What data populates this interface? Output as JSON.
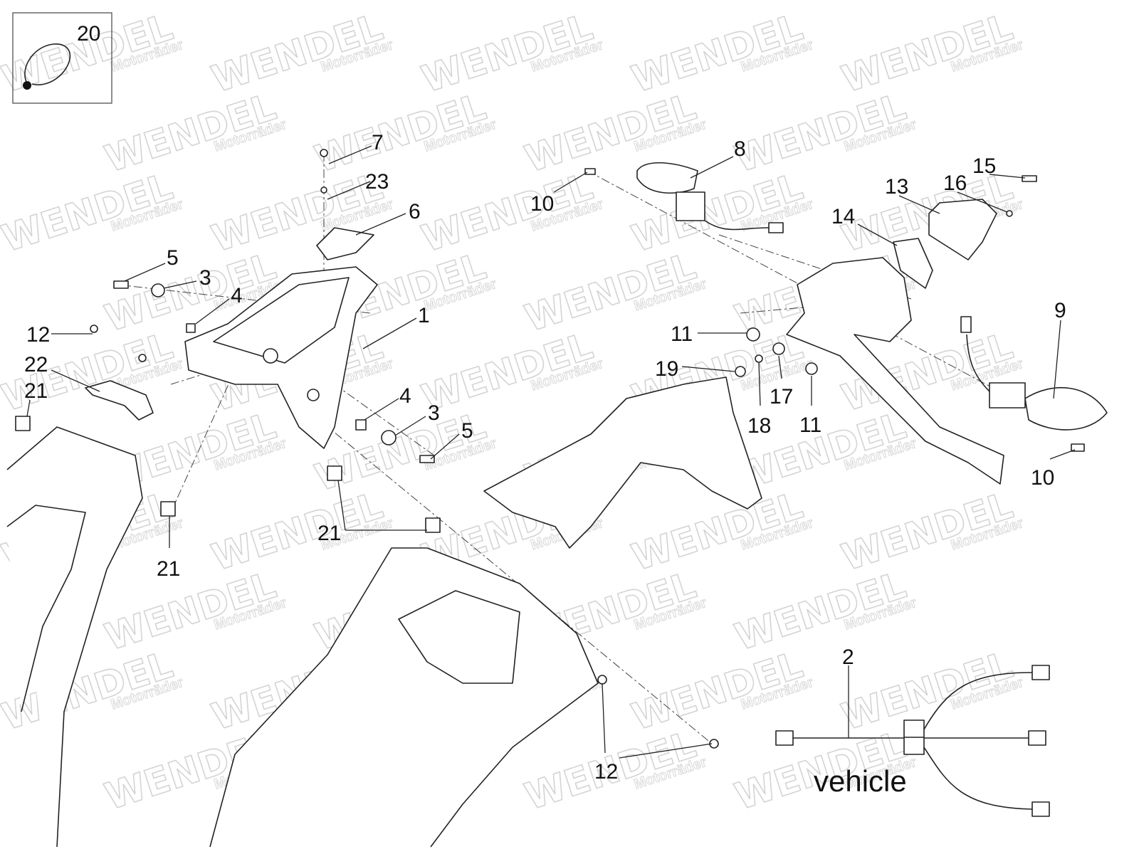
{
  "watermark": {
    "brand": "WENDEL",
    "sub": "Motorräder"
  },
  "inset": {
    "number": "20",
    "icon": "cable-tie-icon"
  },
  "labels": [
    "7",
    "23",
    "6",
    "5",
    "3",
    "4",
    "1",
    "12",
    "22",
    "21",
    "4",
    "3",
    "5",
    "21",
    "21",
    "8",
    "10",
    "13",
    "16",
    "15",
    "14",
    "9",
    "11",
    "19",
    "17",
    "18",
    "11",
    "10",
    "2",
    "12"
  ],
  "wiring": {
    "caption": "vehicle"
  }
}
